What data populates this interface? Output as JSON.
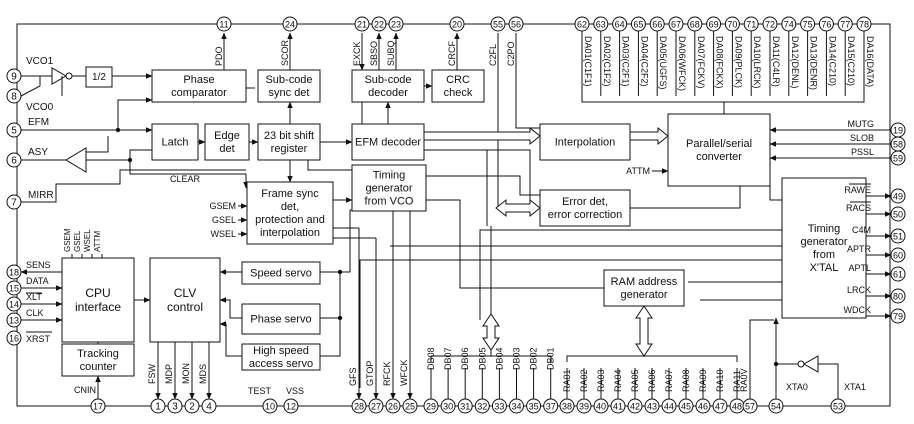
{
  "blocks": {
    "half": [
      "1/2"
    ],
    "phase_comparator": [
      "Phase",
      "comparator"
    ],
    "subcode_sync": [
      "Sub-code",
      "sync det"
    ],
    "subcode_decoder": [
      "Sub-code",
      "decoder"
    ],
    "crc_check": [
      "CRC",
      "check"
    ],
    "latch": [
      "Latch"
    ],
    "edge_det": [
      "Edge",
      "det"
    ],
    "shift_register": [
      "23 bit shift",
      "register"
    ],
    "efm_decoder": [
      "EFM decoder"
    ],
    "interpolation": [
      "Interpolation"
    ],
    "ps_converter": [
      "Parallel/serial",
      "converter"
    ],
    "frame_sync": [
      "Frame sync",
      "det,",
      "protection and",
      "interpolation"
    ],
    "timing_vco": [
      "Timing",
      "generator",
      "from VCO"
    ],
    "error_det": [
      "Error det,",
      "error correction"
    ],
    "cpu_interface": [
      "CPU",
      "interface"
    ],
    "clv_control": [
      "CLV",
      "control"
    ],
    "speed_servo": [
      "Speed servo"
    ],
    "phase_servo": [
      "Phase servo"
    ],
    "hs_servo": [
      "High speed",
      "access servo"
    ],
    "ram_address": [
      "RAM address",
      "generator"
    ],
    "timing_xtal": [
      "Timing",
      "generator",
      "from",
      "X'TAL"
    ],
    "tracking_counter": [
      "Tracking",
      "counter"
    ]
  },
  "pins": {
    "p9": {
      "num": "9",
      "label": "VCO1"
    },
    "p8": {
      "num": "8",
      "label": "VCO0"
    },
    "p5": {
      "num": "5",
      "label": "EFM"
    },
    "p6": {
      "num": "6",
      "label": "ASY"
    },
    "p7": {
      "num": "7",
      "label": "MIRR"
    },
    "p11": {
      "num": "11",
      "label": "PDO"
    },
    "p24": {
      "num": "24",
      "label": "SCOR"
    },
    "p21": {
      "num": "21",
      "label": "EXCK"
    },
    "p22": {
      "num": "22",
      "label": "SBSO"
    },
    "p23": {
      "num": "23",
      "label": "SUBQ"
    },
    "p20": {
      "num": "20",
      "label": "CRCF"
    },
    "p55": {
      "num": "55",
      "label": "C2FL"
    },
    "p56": {
      "num": "56",
      "label": "C2PO"
    },
    "p18": {
      "num": "18",
      "label": "SENS"
    },
    "p15": {
      "num": "15",
      "label": "DATA"
    },
    "p14": {
      "num": "14",
      "label": "XLT"
    },
    "p13": {
      "num": "13",
      "label": "CLK"
    },
    "p16": {
      "num": "16",
      "label": "XRST"
    },
    "p17": {
      "num": "17",
      "label": "CNIN"
    },
    "p1": {
      "num": "1",
      "label": "FSW"
    },
    "p3": {
      "num": "3",
      "label": "MDP"
    },
    "p2": {
      "num": "2",
      "label": "MON"
    },
    "p4": {
      "num": "4",
      "label": "MDS"
    },
    "p10": {
      "num": "10",
      "label": "TEST"
    },
    "p12": {
      "num": "12",
      "label": "VSS"
    },
    "p28": {
      "num": "28",
      "label": "GFS"
    },
    "p27": {
      "num": "27",
      "label": "GTOP"
    },
    "p26": {
      "num": "26",
      "label": "RFCK"
    },
    "p25": {
      "num": "25",
      "label": "WFCK"
    },
    "p57": {
      "num": "57",
      "label": "RA0V"
    },
    "p54": {
      "num": "54",
      "label": "XTA0"
    },
    "p53": {
      "num": "53",
      "label": "XTA1"
    },
    "p19": {
      "num": "19",
      "label": "MUTG"
    },
    "p58": {
      "num": "58",
      "label": "SLOB"
    },
    "p59": {
      "num": "59",
      "label": "PSSL"
    },
    "p49": {
      "num": "49",
      "label": "RAWE"
    },
    "p50": {
      "num": "50",
      "label": "RACS"
    },
    "p51": {
      "num": "51",
      "label": "C4M"
    },
    "p60": {
      "num": "60",
      "label": "APTR"
    },
    "p61": {
      "num": "61",
      "label": "APTL"
    },
    "p80": {
      "num": "80",
      "label": "LRCK"
    },
    "p79": {
      "num": "79",
      "label": "WDCK"
    }
  },
  "da_pins": [
    {
      "num": "62",
      "label": "DA01(C1F1)"
    },
    {
      "num": "63",
      "label": "DA02(C1F2)"
    },
    {
      "num": "64",
      "label": "DA03(C2F1)"
    },
    {
      "num": "65",
      "label": "DA04(C2F2)"
    },
    {
      "num": "66",
      "label": "DA05(UGFS)"
    },
    {
      "num": "67",
      "label": "DA06(WFCK)"
    },
    {
      "num": "68",
      "label": "DA07(FCKV)"
    },
    {
      "num": "69",
      "label": "DA08(FCKX)"
    },
    {
      "num": "70",
      "label": "DA09(PLCK)"
    },
    {
      "num": "71",
      "label": "DA10(LRCK)"
    },
    {
      "num": "72",
      "label": "DA11(C4LR)"
    },
    {
      "num": "74",
      "label": "DA12(DENL)"
    },
    {
      "num": "75",
      "label": "DA13(DENR)"
    },
    {
      "num": "76",
      "label": "DA14(C210)"
    },
    {
      "num": "77",
      "label": "DA15(C210)"
    },
    {
      "num": "78",
      "label": "DA16(DATA)"
    }
  ],
  "db_pins": [
    {
      "num": "29",
      "label": "DB08"
    },
    {
      "num": "30",
      "label": "DB07"
    },
    {
      "num": "31",
      "label": "DB06"
    },
    {
      "num": "32",
      "label": "DB05"
    },
    {
      "num": "33",
      "label": "DB04"
    },
    {
      "num": "34",
      "label": "DB03"
    },
    {
      "num": "35",
      "label": "DB02"
    },
    {
      "num": "37",
      "label": "DB01"
    }
  ],
  "ra_pins": [
    {
      "num": "38",
      "label": "RA01"
    },
    {
      "num": "39",
      "label": "RA02"
    },
    {
      "num": "40",
      "label": "RA03"
    },
    {
      "num": "41",
      "label": "RA04"
    },
    {
      "num": "42",
      "label": "RA05"
    },
    {
      "num": "43",
      "label": "RA06"
    },
    {
      "num": "44",
      "label": "RA07"
    },
    {
      "num": "45",
      "label": "RA08"
    },
    {
      "num": "46",
      "label": "RA09"
    },
    {
      "num": "47",
      "label": "RA10"
    },
    {
      "num": "48",
      "label": "RA11"
    }
  ],
  "labels": {
    "clear": "CLEAR",
    "attm_mid": "ATTM",
    "gsem": "GSEM",
    "gsel": "GSEL",
    "wsel": "WSEL",
    "cpu_gsem": "GSEM",
    "cpu_gsel": "GSEL",
    "cpu_wsel": "WSEL",
    "cpu_attm": "ATTM"
  }
}
